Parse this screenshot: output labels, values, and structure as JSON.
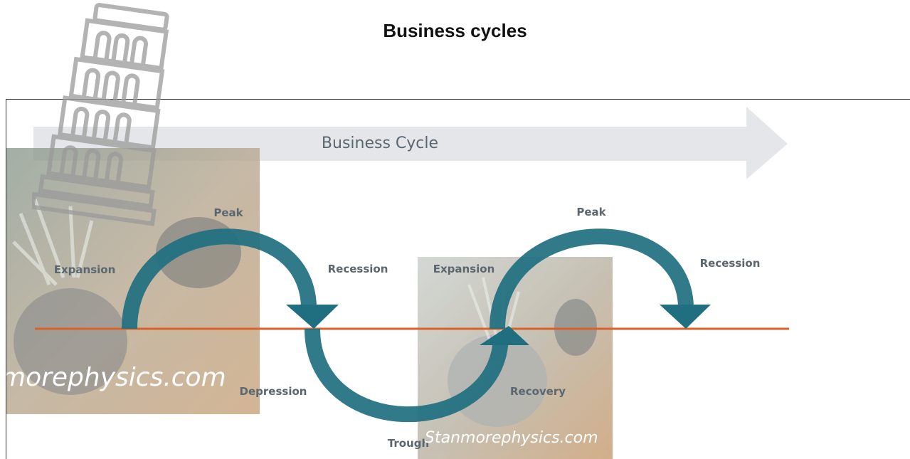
{
  "title": "Business cycles",
  "diagram": {
    "banner_label": "Business Cycle",
    "labels": {
      "peak_1": "Peak",
      "expansion_1": "Expansion",
      "recession_1": "Recession",
      "depression": "Depression",
      "trough": "Trough",
      "expansion_2": "Expansion",
      "recovery": "Recovery",
      "peak_2": "Peak",
      "recession_2": "Recession"
    },
    "watermarks": {
      "left": "morephysics.com",
      "right": "Stanmorephysics.com"
    }
  },
  "colors": {
    "arrow": "#1f6f80",
    "trend_line": "#d9622b",
    "banner_arrow": "#e4e6e9",
    "label": "#5a6670"
  }
}
